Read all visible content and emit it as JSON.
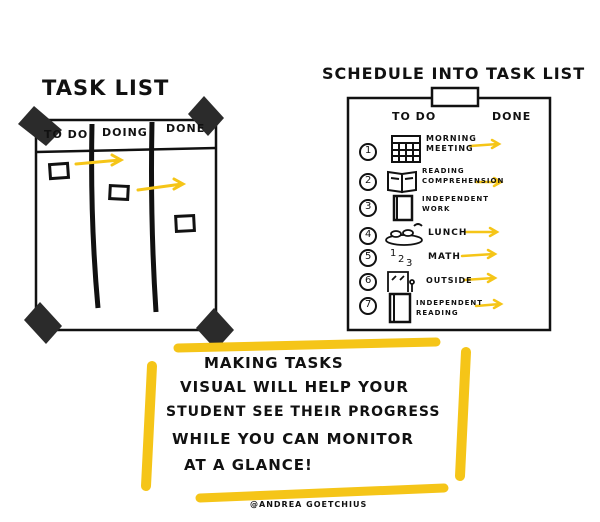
{
  "left_board": {
    "title": "TASK LIST",
    "columns": [
      "TO DO",
      "DOING",
      "DONE"
    ]
  },
  "right_board": {
    "title": "SCHEDULE INTO TASK LIST",
    "header_todo": "TO DO",
    "header_done": "DONE",
    "items": [
      {
        "number": "1",
        "label": "MORNING MEETING",
        "icon": "calendar-icon"
      },
      {
        "number": "2",
        "label": "READING COMPREHENSION",
        "icon": "open-book-icon"
      },
      {
        "number": "3",
        "label": "INDEPENDENT WORK",
        "icon": "notebook-icon"
      },
      {
        "number": "4",
        "label": "LUNCH",
        "icon": "food-icon"
      },
      {
        "number": "5",
        "label": "MATH",
        "icon": "numbers-icon"
      },
      {
        "number": "6",
        "label": "OUTSIDE",
        "icon": "playground-icon"
      },
      {
        "number": "7",
        "label": "INDEPENDENT READING",
        "icon": "closed-book-icon"
      }
    ]
  },
  "message": {
    "line1": "MAKING TASKS",
    "line2": "VISUAL WILL HELP YOUR",
    "line3": "STUDENT SEE THEIR PROGRESS",
    "line4": "WHILE YOU CAN MONITOR",
    "line5": "AT A GLANCE!"
  },
  "credit": "@ANDREA GOETCHIUS",
  "colors": {
    "ink": "#111111",
    "highlight": "#F5C518",
    "tape": "#2a2a2a"
  }
}
